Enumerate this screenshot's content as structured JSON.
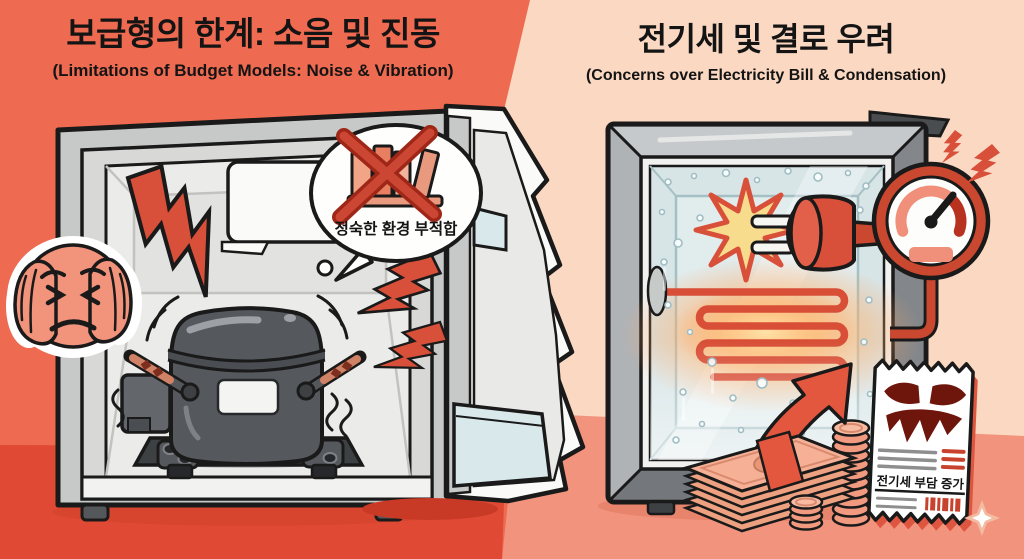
{
  "left_panel": {
    "title": "보급형의 한계: 소음 및 진동",
    "subtitle": "(Limitations of Budget Models: Noise & Vibration)",
    "speech_bubble": {
      "label": "정숙한 환경 부적합"
    }
  },
  "right_panel": {
    "title": "전기세 및 결로 우려",
    "subtitle": "(Concerns over Electricity Bill & Condensation)",
    "bill": {
      "label": "전기세 부담 증가"
    }
  },
  "colors": {
    "left_bg": "#EE6A50",
    "left_floor": "#E04A35",
    "right_bg": "#FBD8C2",
    "right_floor": "#F2937D",
    "accent_red": "#D9503A",
    "dark_red": "#B83220",
    "salmon": "#F0907A",
    "ice_blue": "#D8E5E7",
    "metal_gray": "#9FA3A7",
    "compressor_gray": "#55595D",
    "paper_white": "#FDFDFB",
    "outline_black": "#1A1A1A",
    "spark_yellow": "#F8DC8E",
    "glow_orange": "#FFB36B"
  }
}
